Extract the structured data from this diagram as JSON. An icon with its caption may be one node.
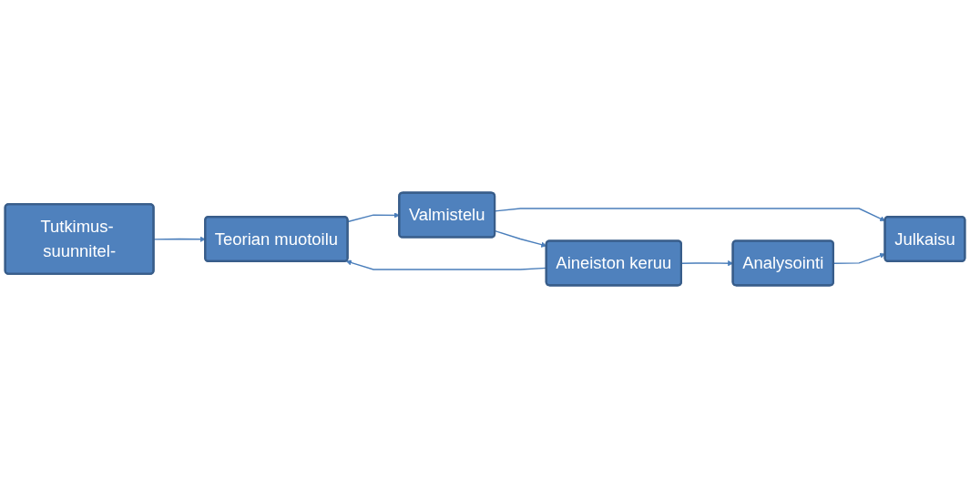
{
  "diagram": {
    "nodes": [
      {
        "text": [
          "Tutkimus- suunnitel-"
        ]
      },
      {
        "text": [
          "Teorian muotoilu"
        ]
      },
      {
        "text": [
          "Valmistelu"
        ]
      },
      {
        "text": [
          "Aineiston keruu"
        ]
      },
      {
        "text": [
          "Julkaisu"
        ]
      },
      {
        "text": [
          "Analysointi"
        ]
      }
    ],
    "edges": [
      {
        "from": 0,
        "to": 1,
        "arrow": "to"
      },
      {
        "from": 1,
        "to": 2,
        "arrow": "to"
      },
      {
        "from": 2,
        "to": 3,
        "arrow": "to"
      },
      {
        "from": 3,
        "to": 1,
        "arrow": "to"
      },
      {
        "from": 2,
        "to": 4,
        "arrow": "to"
      },
      {
        "from": 3,
        "to": 5,
        "arrow": "to"
      },
      {
        "from": 5,
        "to": 4,
        "arrow": "to"
      }
    ]
  }
}
